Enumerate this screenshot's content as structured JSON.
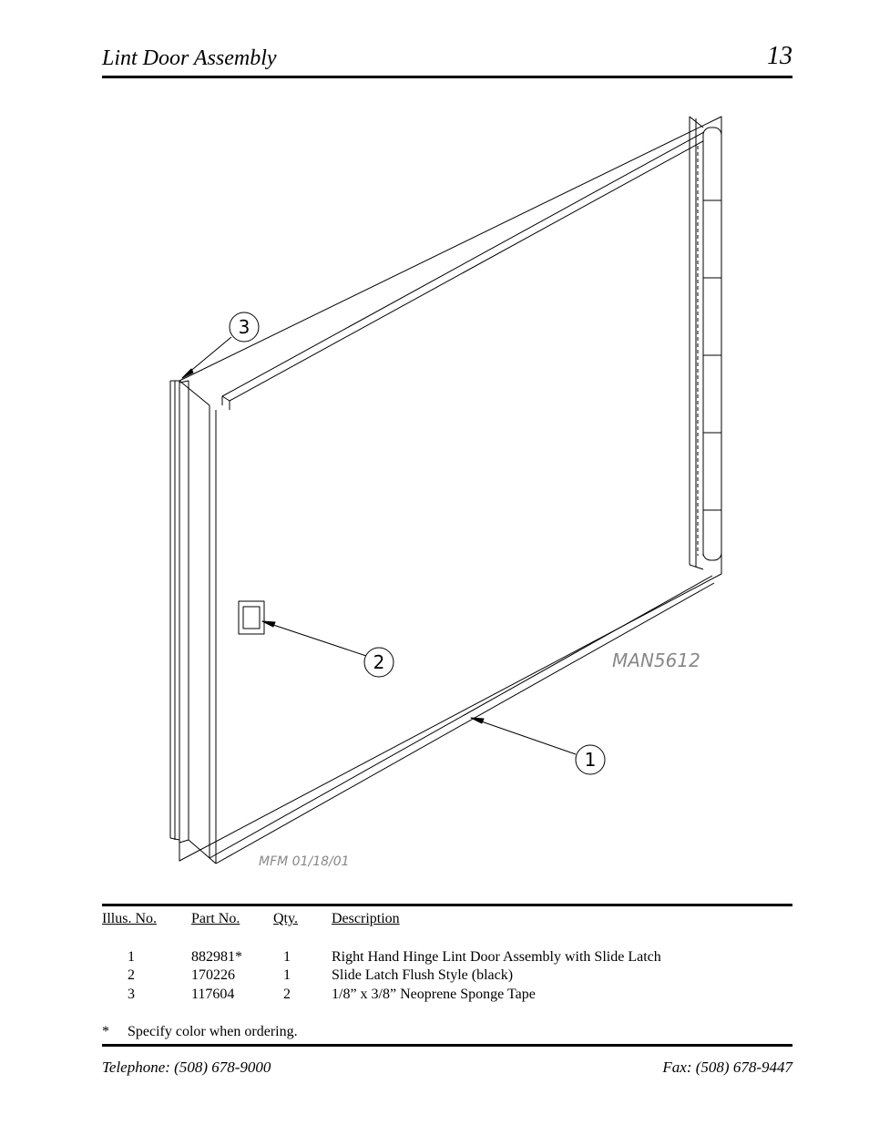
{
  "header": {
    "title": "Lint Door Assembly",
    "page_number": "13"
  },
  "drawing": {
    "callouts": [
      "3",
      "2",
      "1"
    ],
    "drawing_number": "MAN5612",
    "drafter_stamp": "MFM 01/18/01"
  },
  "parts_table": {
    "headers": {
      "illus": "Illus. No.",
      "part": "Part No.",
      "qty": "Qty.",
      "desc": "Description"
    },
    "rows": [
      {
        "illus": "1",
        "part": "882981*",
        "qty": "1",
        "desc": "Right Hand Hinge Lint Door Assembly with Slide Latch"
      },
      {
        "illus": "2",
        "part": "170226",
        "qty": "1",
        "desc": "Slide Latch Flush Style (black)"
      },
      {
        "illus": "3",
        "part": "117604",
        "qty": "2",
        "desc": "1/8” x 3/8” Neoprene Sponge Tape"
      }
    ]
  },
  "note": {
    "marker": "*",
    "text": "Specify color when ordering."
  },
  "footer": {
    "telephone": "Telephone: (508) 678-9000",
    "fax": "Fax: (508) 678-9447"
  }
}
